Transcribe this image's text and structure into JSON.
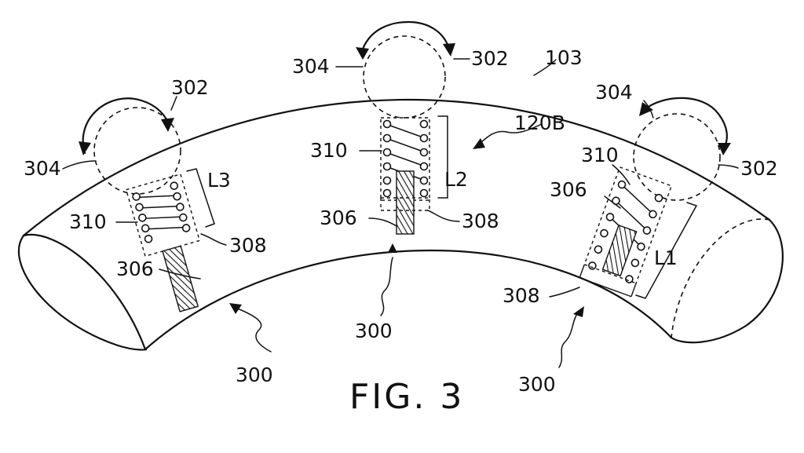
{
  "figure": {
    "caption": "FIG. 3",
    "labels": {
      "tube": "103",
      "assembly_group": "120B",
      "assembly_left": "300",
      "assembly_center": "300",
      "assembly_right": "300",
      "rotator_left": "302",
      "rotator_center": "302",
      "rotator_right": "302",
      "socket_left": "304",
      "socket_center": "304",
      "socket_right": "304",
      "shaft_left": "306",
      "shaft_center": "306",
      "shaft_right": "306",
      "housing_left": "308",
      "housing_center": "308",
      "housing_right": "308",
      "spring_left": "310",
      "spring_center": "310",
      "spring_right": "310",
      "length_left": "L3",
      "length_center": "L2",
      "length_right": "L1"
    }
  }
}
